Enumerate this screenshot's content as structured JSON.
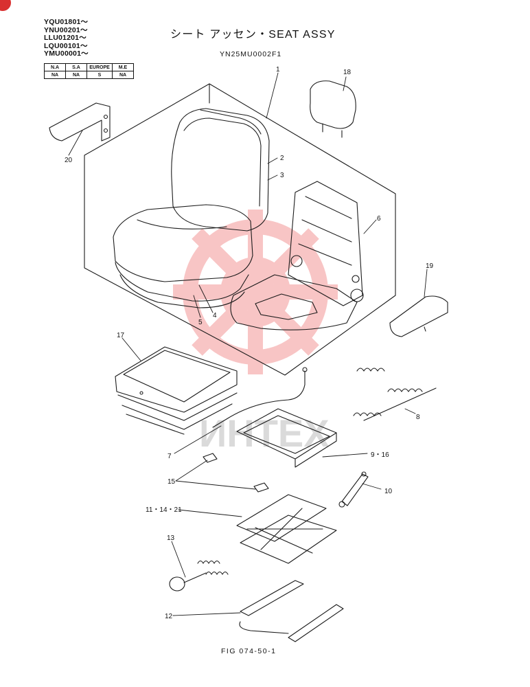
{
  "serial_ranges": [
    "YQU01801～",
    "YNU00201～",
    "LLU01201～",
    "LQU00101～",
    "YMU00001～"
  ],
  "market_table": {
    "headers": [
      "N.A",
      "S.A",
      "EUROPE",
      "M.E"
    ],
    "values": [
      "NA",
      "NA",
      "S",
      "NA"
    ]
  },
  "title": "シート アッセン・SEAT ASSY",
  "model_code": "YN25MU0002F1",
  "figure_ref": "FIG 074-50-1",
  "watermark_text": "ИНТЕХ",
  "callouts": {
    "c1": "1",
    "c2": "2",
    "c3": "3",
    "c4": "4",
    "c5": "5",
    "c6": "6",
    "c7": "7",
    "c8": "8",
    "c9": "9・16",
    "c10": "10",
    "c11": "11・14・21",
    "c12": "12",
    "c13": "13",
    "c15": "15",
    "c17": "17",
    "c18": "18",
    "c19": "19",
    "c20": "20"
  },
  "colors": {
    "line": "#1a1a1a",
    "watermark": "#f08080",
    "corner_badge": "#d93030"
  }
}
